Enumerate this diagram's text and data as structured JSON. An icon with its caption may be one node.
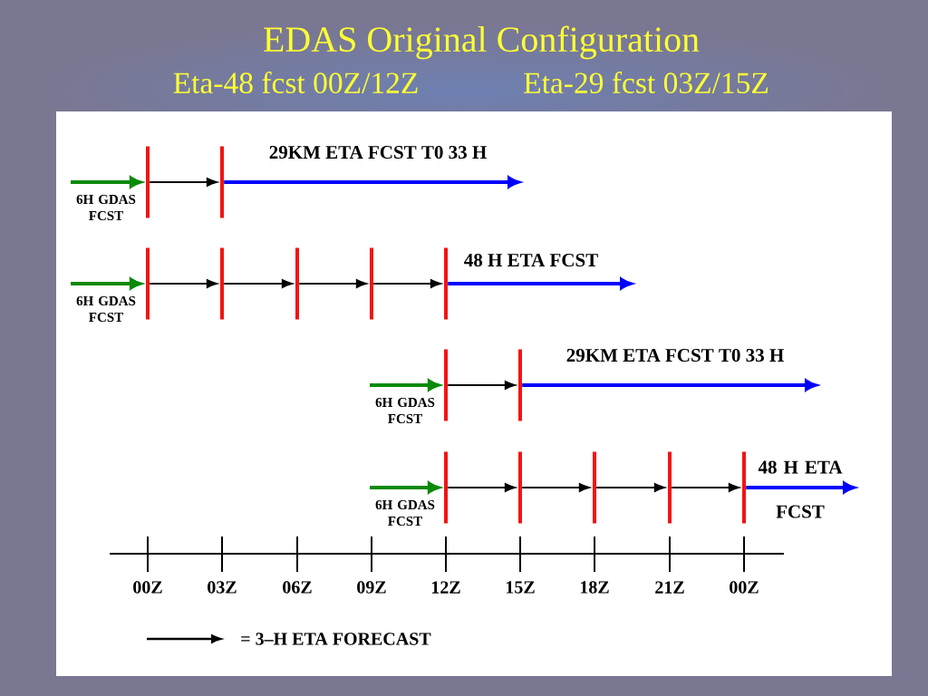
{
  "diagram": {
    "title": "EDAS Original Configuration",
    "nodes": [
      {
        "text": [],
        "shape": "bar"
      },
      {
        "text": [],
        "shape": "bar"
      },
      {
        "text": [],
        "shape": "bar"
      },
      {
        "text": [],
        "shape": "bar"
      },
      {
        "text": [],
        "shape": "bar"
      },
      {
        "text": [],
        "shape": "bar"
      },
      {
        "text": [],
        "shape": "bar"
      },
      {
        "text": [],
        "shape": "bar"
      },
      {
        "text": [],
        "shape": "bar"
      },
      {
        "text": [],
        "shape": "bar"
      },
      {
        "text": [],
        "shape": "bar"
      },
      {
        "text": [],
        "shape": "bar"
      },
      {
        "text": [],
        "shape": "bar"
      },
      {
        "text": [],
        "shape": "bar"
      }
    ],
    "edges": [
      {
        "from": null,
        "to": 0,
        "arrow": "to",
        "label": "6H GDAS FCST",
        "style": "thick",
        "color": "#0a8a0a"
      },
      {
        "from": 0,
        "to": 1,
        "arrow": "to"
      },
      {
        "from": 1,
        "to": null,
        "arrow": "to",
        "label": "29KM ETA FCST T0 33 H",
        "style": "thick",
        "color": "#0000ff"
      },
      {
        "from": null,
        "to": 2,
        "arrow": "to",
        "label": "6H GDAS FCST",
        "style": "thick",
        "color": "#0a8a0a"
      },
      {
        "from": 2,
        "to": 3,
        "arrow": "to"
      },
      {
        "from": 3,
        "to": 4,
        "arrow": "to"
      },
      {
        "from": 4,
        "to": 5,
        "arrow": "to"
      },
      {
        "from": 5,
        "to": 6,
        "arrow": "to"
      },
      {
        "from": 6,
        "to": null,
        "arrow": "to",
        "label": "48 H ETA FCST",
        "style": "thick",
        "color": "#0000ff"
      },
      {
        "from": null,
        "to": 7,
        "arrow": "to",
        "label": "6H GDAS FCST",
        "style": "thick",
        "color": "#0a8a0a"
      },
      {
        "from": 7,
        "to": 8,
        "arrow": "to"
      },
      {
        "from": 8,
        "to": null,
        "arrow": "to",
        "label": "29KM ETA FCST T0 33 H",
        "style": "thick",
        "color": "#0000ff"
      },
      {
        "from": null,
        "to": 9,
        "arrow": "to",
        "label": "6H GDAS FCST",
        "style": "thick",
        "color": "#0a8a0a"
      },
      {
        "from": 9,
        "to": 10,
        "arrow": "to"
      },
      {
        "from": 10,
        "to": 11,
        "arrow": "to"
      },
      {
        "from": 11,
        "to": 12,
        "arrow": "to"
      },
      {
        "from": 12,
        "to": 13,
        "arrow": "to"
      },
      {
        "from": 13,
        "to": null,
        "arrow": "to",
        "label": "48 H ETA FCST",
        "style": "thick",
        "color": "#0000ff"
      }
    ],
    "labels": [
      "Eta-48 fcst 00Z/12Z",
      "Eta-29 fcst 03Z/15Z",
      "00Z",
      "03Z",
      "06Z",
      "09Z",
      "12Z",
      "15Z",
      "18Z",
      "21Z",
      "00Z"
    ],
    "legend": [
      {
        "text": "= 3–H ETA FORECAST"
      }
    ]
  }
}
